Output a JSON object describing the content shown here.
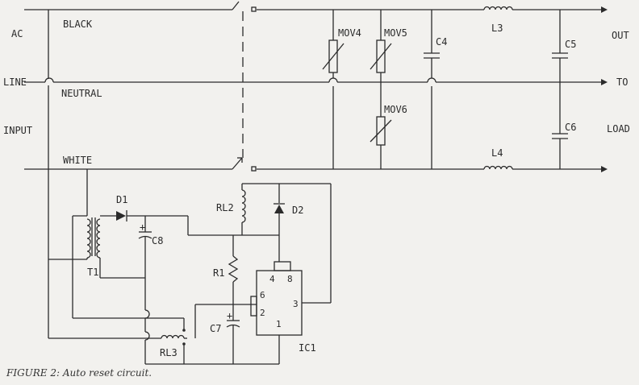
{
  "labels": {
    "ac": "AC",
    "line": "LINE",
    "input": "INPUT",
    "black": "BLACK",
    "neutral": "NEUTRAL",
    "white": "WHITE",
    "out": "OUT",
    "to": "TO",
    "load": "LOAD",
    "mov4": "MOV4",
    "mov5": "MOV5",
    "mov6": "MOV6",
    "c4": "C4",
    "l3": "L3",
    "l4": "L4",
    "c5": "C5",
    "c6": "C6",
    "d1": "D1",
    "d2": "D2",
    "c8": "C8",
    "t1": "T1",
    "rl2": "RL2",
    "r1": "R1",
    "c7": "C7",
    "rl3": "RL3",
    "ic1": "IC1",
    "pin4": "4",
    "pin8": "8",
    "pin6": "6",
    "pin2": "2",
    "pin3": "3",
    "pin1": "1",
    "plus_c8": "+",
    "plus_c7": "+"
  },
  "caption": "FIGURE 2: Auto reset circuit."
}
